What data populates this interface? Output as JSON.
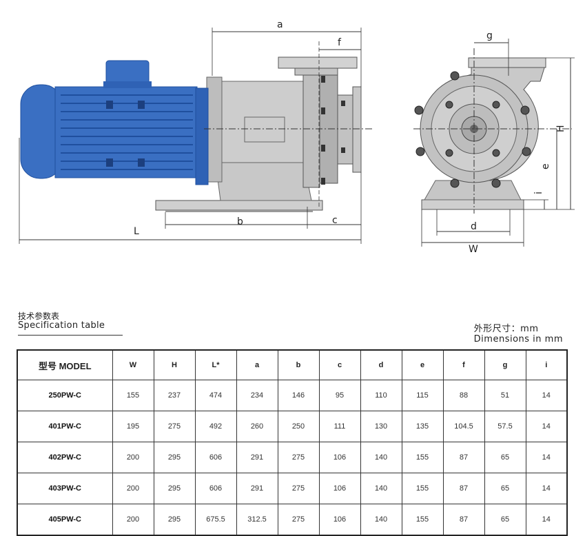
{
  "drawing": {
    "side_view_labels": {
      "a": "a",
      "f": "f",
      "b": "b",
      "c": "c",
      "L": "L"
    },
    "front_view_labels": {
      "g": "g",
      "H": "H",
      "e": "e",
      "i": "i",
      "d": "d",
      "W": "W"
    },
    "colors": {
      "motor_blue": "#3a6fc2",
      "motor_dark": "#1f4f9e",
      "pump_gray": "#c9c9c9",
      "pump_dark": "#8e8e8e"
    }
  },
  "heading": {
    "cn": "技术参数表",
    "en": "Specification table"
  },
  "units": {
    "cn": "外形尺寸：mm",
    "en": "Dimensions in mm"
  },
  "table": {
    "headers": [
      "型号 MODEL",
      "W",
      "H",
      "L*",
      "a",
      "b",
      "c",
      "d",
      "e",
      "f",
      "g",
      "i"
    ],
    "rows": [
      [
        "250PW-C",
        "155",
        "237",
        "474",
        "234",
        "146",
        "95",
        "110",
        "115",
        "88",
        "51",
        "14"
      ],
      [
        "401PW-C",
        "195",
        "275",
        "492",
        "260",
        "250",
        "111",
        "130",
        "135",
        "104.5",
        "57.5",
        "14"
      ],
      [
        "402PW-C",
        "200",
        "295",
        "606",
        "291",
        "275",
        "106",
        "140",
        "155",
        "87",
        "65",
        "14"
      ],
      [
        "403PW-C",
        "200",
        "295",
        "606",
        "291",
        "275",
        "106",
        "140",
        "155",
        "87",
        "65",
        "14"
      ],
      [
        "405PW-C",
        "200",
        "295",
        "675.5",
        "312.5",
        "275",
        "106",
        "140",
        "155",
        "87",
        "65",
        "14"
      ]
    ]
  }
}
